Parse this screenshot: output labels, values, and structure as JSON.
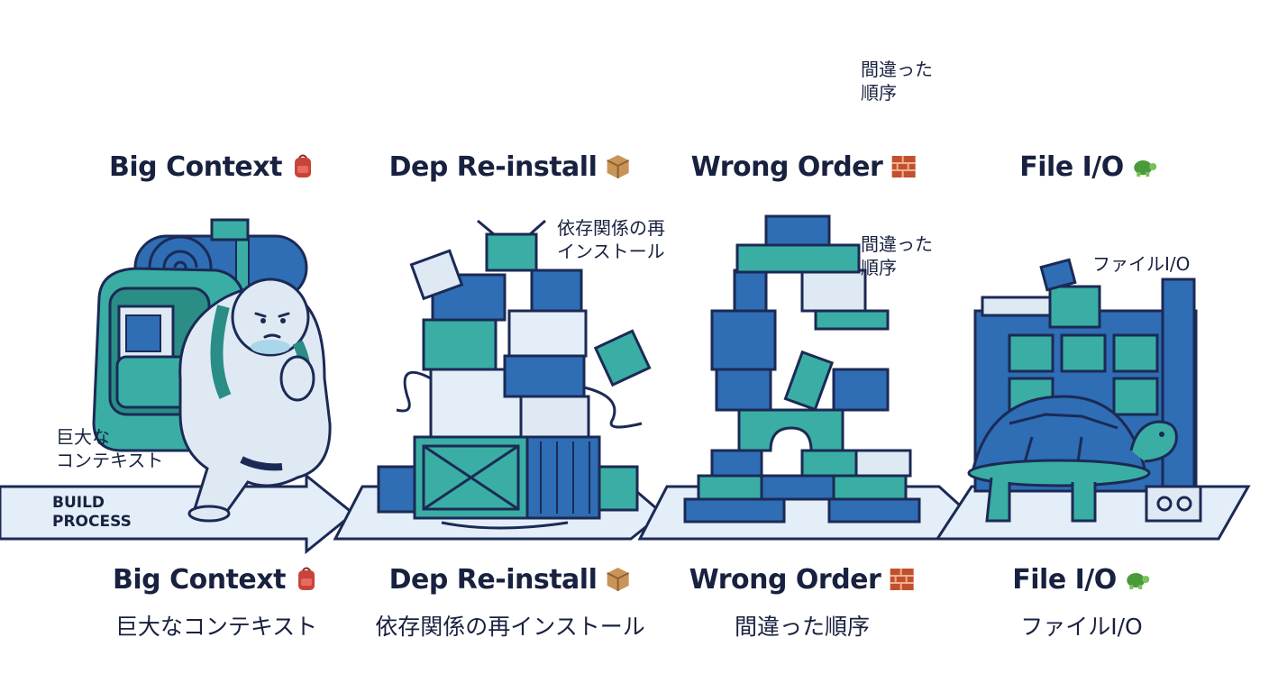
{
  "stages": [
    {
      "title": "Big Context",
      "subtitle": "巨大なコンテキスト",
      "icon": "backpack-icon"
    },
    {
      "title": "Dep Re-install",
      "subtitle": "依存関係の再インストール",
      "icon": "package-icon"
    },
    {
      "title": "Wrong Order",
      "subtitle": "間違った順序",
      "icon": "brick-icon"
    },
    {
      "title": "File I/O",
      "subtitle": "ファイルI/O",
      "icon": "turtle-icon"
    }
  ],
  "notes": {
    "big_context": "巨大な\nコンテキスト",
    "dep_reinstall": "依存関係の再\nインストール",
    "wrong_order_top": "間違った\n順序",
    "wrong_order": "間違った\n順序",
    "file_io": "ファイルI/O"
  },
  "arrow_label": "BUILD\nPROCESS",
  "colors": {
    "navy": "#1b2a55",
    "blue": "#2f6db5",
    "teal": "#3aaea4",
    "light": "#dfe9f4",
    "ink": "#18213f"
  }
}
